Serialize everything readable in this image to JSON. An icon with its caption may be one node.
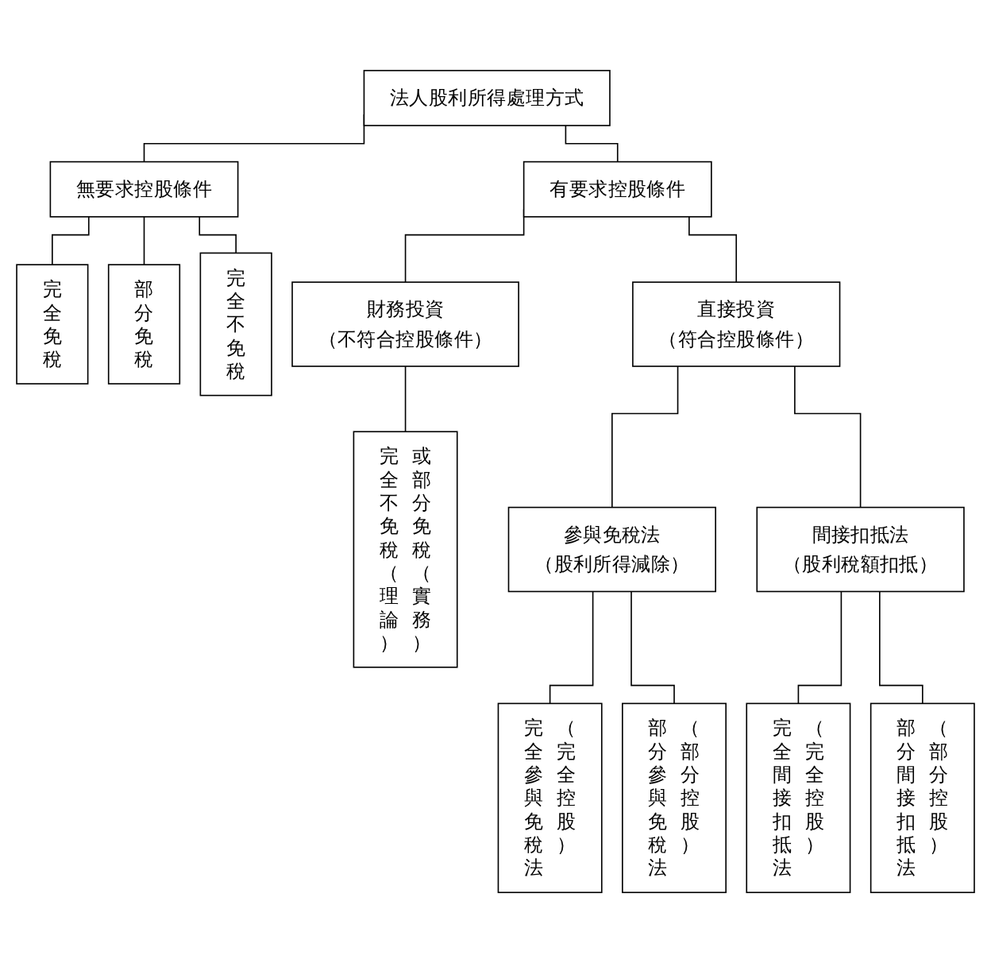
{
  "diagram": {
    "nodes": [
      {
        "text": [
          "法人股利所得處理方式"
        ]
      },
      {
        "text": [
          "無要求控股條件"
        ]
      },
      {
        "text": [
          "有要求控股條件"
        ]
      },
      {
        "text": [
          "完全免稅"
        ]
      },
      {
        "text": [
          "部分免稅"
        ]
      },
      {
        "text": [
          "完全不免稅"
        ]
      },
      {
        "text": [
          "財務投資",
          "（不符合控股條件）"
        ]
      },
      {
        "text": [
          "直接投資",
          "（符合控股條件）"
        ]
      },
      {
        "text": [
          "完全不免稅（理論）",
          "或部分免稅（實務）"
        ]
      },
      {
        "text": [
          "參與免稅法",
          "（股利所得減除）"
        ]
      },
      {
        "text": [
          "間接扣抵法",
          "（股利稅額扣抵）"
        ]
      },
      {
        "text": [
          "完全參與免稅法",
          "（完全控股）"
        ]
      },
      {
        "text": [
          "部分參與免稅法",
          "（部分控股）"
        ]
      },
      {
        "text": [
          "完全間接扣抵法",
          "（完全控股）"
        ]
      },
      {
        "text": [
          "部分間接扣抵法",
          "（部分控股）"
        ]
      }
    ],
    "edges": [
      {
        "from": 0,
        "to": 1,
        "arrow": "none"
      },
      {
        "from": 0,
        "to": 2,
        "arrow": "none"
      },
      {
        "from": 1,
        "to": 3,
        "arrow": "none"
      },
      {
        "from": 1,
        "to": 4,
        "arrow": "none"
      },
      {
        "from": 1,
        "to": 5,
        "arrow": "none"
      },
      {
        "from": 2,
        "to": 6,
        "arrow": "none"
      },
      {
        "from": 2,
        "to": 7,
        "arrow": "none"
      },
      {
        "from": 6,
        "to": 8,
        "arrow": "none"
      },
      {
        "from": 7,
        "to": 9,
        "arrow": "none"
      },
      {
        "from": 7,
        "to": 10,
        "arrow": "none"
      },
      {
        "from": 9,
        "to": 11,
        "arrow": "none"
      },
      {
        "from": 9,
        "to": 12,
        "arrow": "none"
      },
      {
        "from": 10,
        "to": 13,
        "arrow": "none"
      },
      {
        "from": 10,
        "to": 14,
        "arrow": "none"
      }
    ]
  }
}
